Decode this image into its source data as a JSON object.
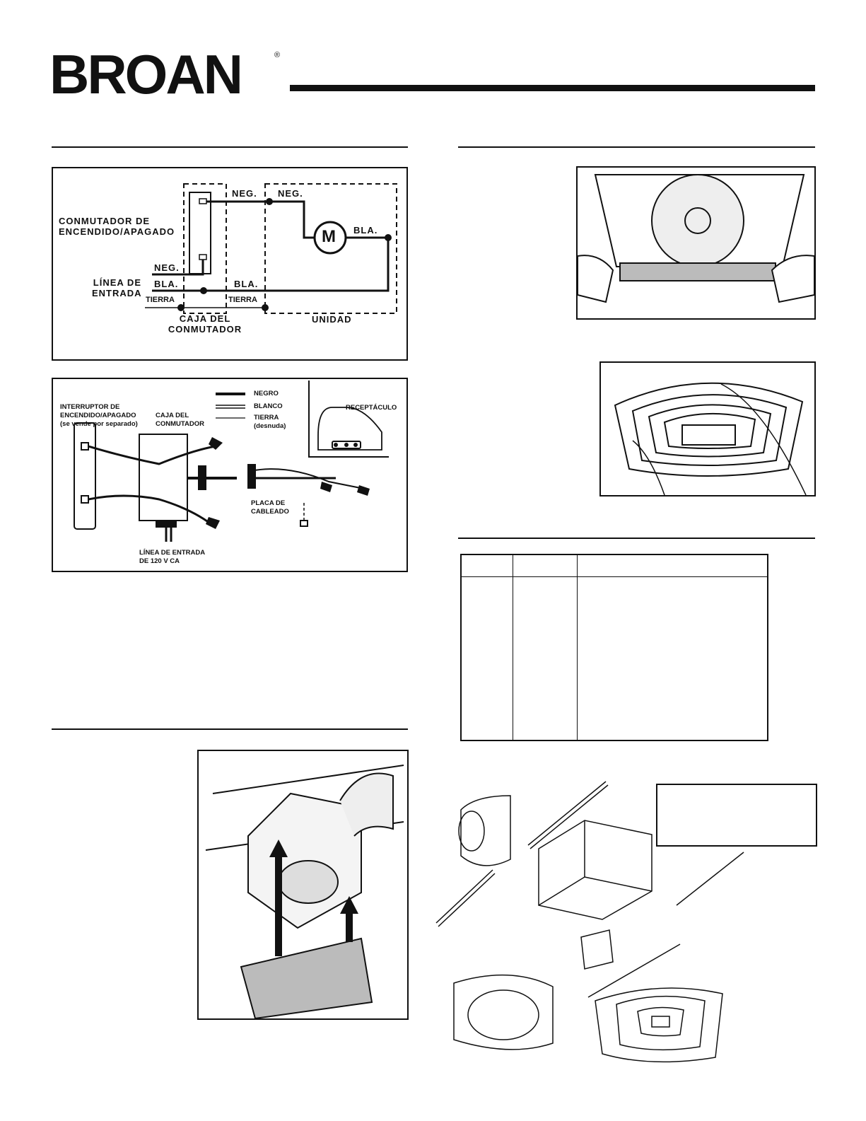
{
  "brand": {
    "name": "BROAN",
    "registered": "®"
  },
  "wiring_schematic": {
    "switch_label_line1": "CONMUTADOR DE",
    "switch_label_line2": "ENCENDIDO/APAGADO",
    "input_line1": "LÍNEA DE",
    "input_line2": "ENTRADA",
    "neg": "NEG.",
    "bla": "BLA.",
    "tierra": "TIERRA",
    "motor": "M",
    "switch_box_line1": "CAJA DEL",
    "switch_box_line2": "CONMUTADOR",
    "unit": "UNIDAD"
  },
  "wiring_pictorial": {
    "switch_line1": "INTERRUPTOR DE",
    "switch_line2": "ENCENDIDO/APAGADO",
    "switch_line3": "(se vende por separado)",
    "box_line1": "CAJA DEL",
    "box_line2": "CONMUTADOR",
    "legend_black": "NEGRO",
    "legend_white": "BLANCO",
    "legend_ground1": "TIERRA",
    "legend_ground2": "(desnuda)",
    "receptacle": "RECEPTÁCULO",
    "plate_line1": "PLACA DE",
    "plate_line2": "CABLEADO",
    "input_line1": "LÍNEA DE ENTRADA",
    "input_line2": "DE 120 V CA"
  }
}
